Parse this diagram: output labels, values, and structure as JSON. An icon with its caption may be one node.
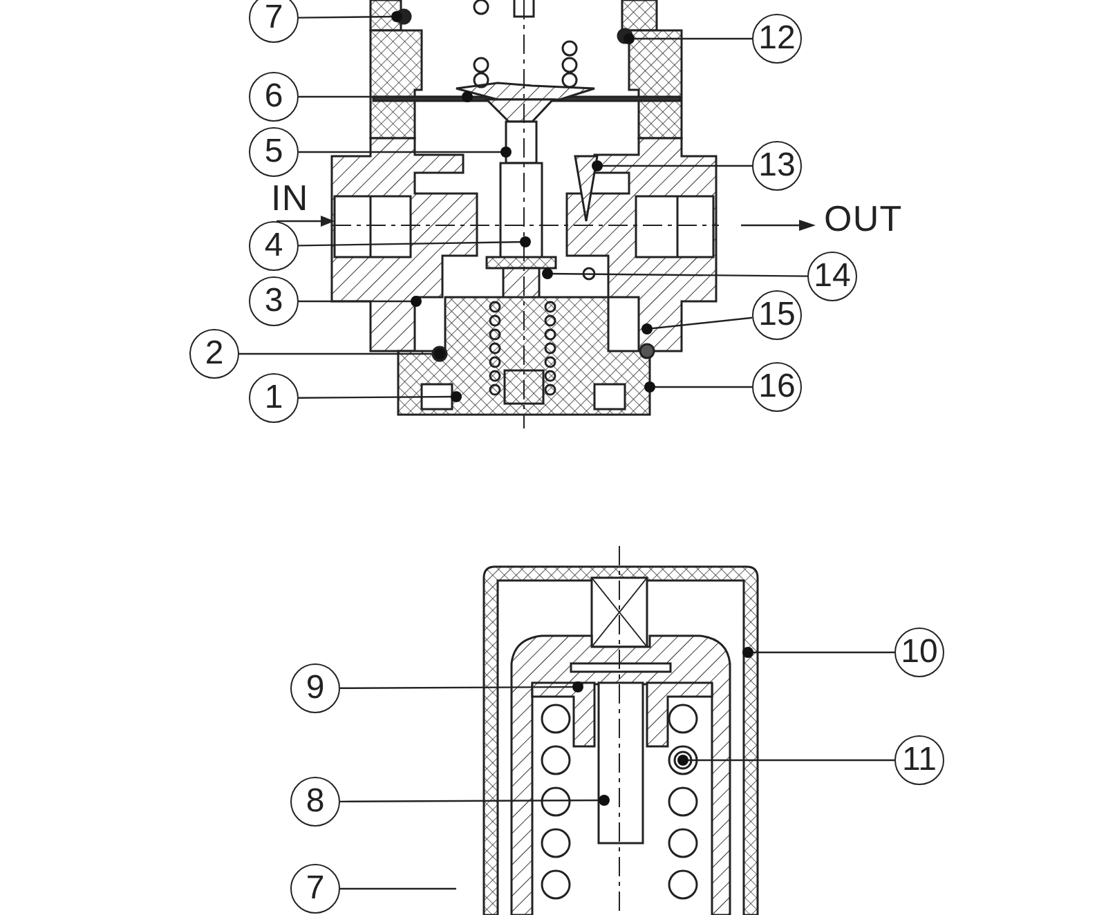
{
  "diagram": {
    "nodes": [
      {
        "text": [
          "7"
        ]
      },
      {
        "text": [
          "6"
        ]
      },
      {
        "text": [
          "5"
        ]
      },
      {
        "text": [
          "4"
        ]
      },
      {
        "text": [
          "3"
        ]
      },
      {
        "text": [
          "2"
        ]
      },
      {
        "text": [
          "1"
        ]
      },
      {
        "text": [
          "12"
        ]
      },
      {
        "text": [
          "13"
        ]
      },
      {
        "text": [
          "14"
        ]
      },
      {
        "text": [
          "15"
        ]
      },
      {
        "text": [
          "16"
        ]
      },
      {
        "text": [
          "9"
        ]
      },
      {
        "text": [
          "8"
        ]
      },
      {
        "text": [
          "7"
        ]
      },
      {
        "text": [
          "10"
        ]
      },
      {
        "text": [
          "11"
        ]
      }
    ],
    "edges": [
      {
        "from": 0,
        "to": null,
        "arrow": "other"
      },
      {
        "from": 1,
        "to": null,
        "arrow": "other"
      },
      {
        "from": 2,
        "to": null,
        "arrow": "other"
      },
      {
        "from": 3,
        "to": null,
        "arrow": "other"
      },
      {
        "from": 4,
        "to": null,
        "arrow": "other"
      },
      {
        "from": 5,
        "to": null,
        "arrow": "other"
      },
      {
        "from": 6,
        "to": null,
        "arrow": "other"
      },
      {
        "from": 7,
        "to": null,
        "arrow": "other"
      },
      {
        "from": 8,
        "to": null,
        "arrow": "other"
      },
      {
        "from": 9,
        "to": null,
        "arrow": "other"
      },
      {
        "from": 10,
        "to": null,
        "arrow": "other"
      },
      {
        "from": 11,
        "to": null,
        "arrow": "other"
      },
      {
        "from": 12,
        "to": null,
        "arrow": "other"
      },
      {
        "from": 13,
        "to": null,
        "arrow": "other"
      },
      {
        "from": 14,
        "to": null,
        "arrow": "none"
      },
      {
        "from": 15,
        "to": null,
        "arrow": "other"
      },
      {
        "from": 16,
        "to": null,
        "arrow": "other"
      }
    ],
    "labels": [
      "IN",
      "OUT"
    ]
  }
}
